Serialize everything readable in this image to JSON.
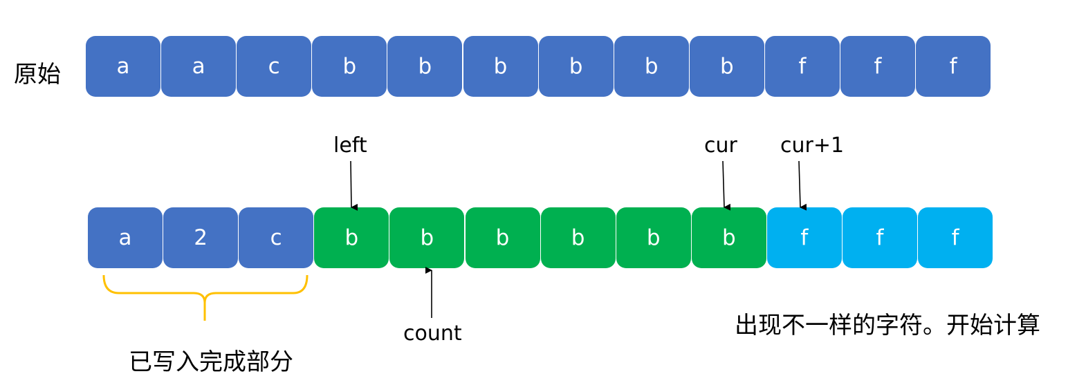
{
  "row1": {
    "label": "原始",
    "cells": [
      "a",
      "a",
      "c",
      "b",
      "b",
      "b",
      "b",
      "b",
      "b",
      "f",
      "f",
      "f"
    ]
  },
  "row2": {
    "cells": [
      {
        "text": "a",
        "state": "written"
      },
      {
        "text": "2",
        "state": "written"
      },
      {
        "text": "c",
        "state": "written"
      },
      {
        "text": "b",
        "state": "active"
      },
      {
        "text": "b",
        "state": "active"
      },
      {
        "text": "b",
        "state": "active"
      },
      {
        "text": "b",
        "state": "active"
      },
      {
        "text": "b",
        "state": "active"
      },
      {
        "text": "b",
        "state": "active"
      },
      {
        "text": "f",
        "state": "next"
      },
      {
        "text": "f",
        "state": "next"
      },
      {
        "text": "f",
        "state": "next"
      }
    ]
  },
  "pointers": {
    "left": "left",
    "cur": "cur",
    "cur_next": "cur+1",
    "count": "count"
  },
  "annotations": {
    "written_part": "已写入完成部分",
    "note": "出现不一样的字符。开始计算"
  },
  "colors": {
    "written": "#4472c4",
    "active": "#00b050",
    "next": "#00b0f0",
    "brace": "#ffc000",
    "arrow": "#000000"
  }
}
